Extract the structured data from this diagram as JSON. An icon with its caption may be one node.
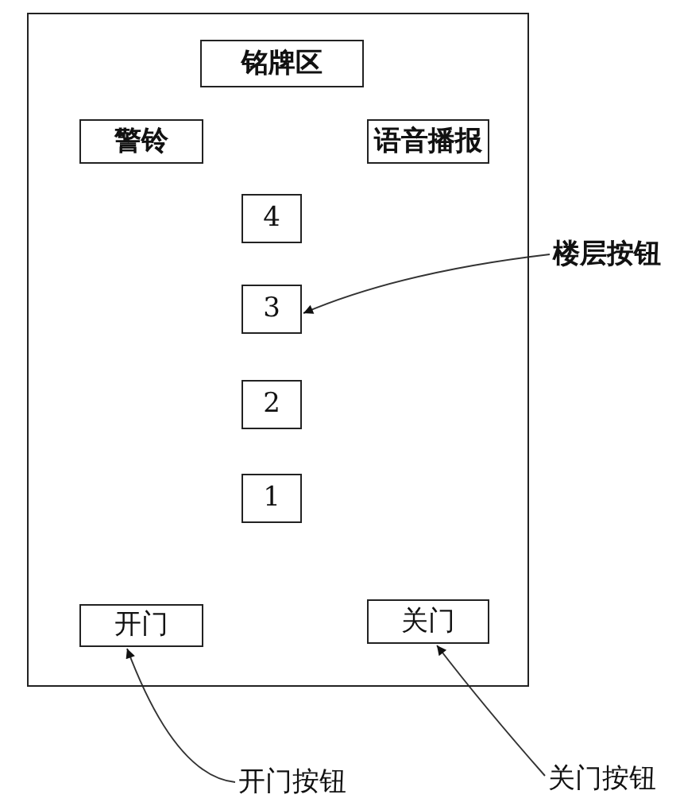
{
  "diagram": {
    "nodes": [
      {
        "text": [],
        "shape": "box"
      },
      {
        "text": [
          "铭牌区"
        ],
        "in": 0
      },
      {
        "text": [
          "警铃"
        ],
        "in": 0
      },
      {
        "text": [
          "语音播报"
        ],
        "in": 0
      },
      {
        "text": [
          "4"
        ],
        "in": 0
      },
      {
        "text": [
          "3"
        ],
        "in": 0
      },
      {
        "text": [
          "2"
        ],
        "in": 0
      },
      {
        "text": [
          "1"
        ],
        "in": 0
      },
      {
        "text": [
          "开门"
        ],
        "in": 0
      },
      {
        "text": [
          "关门"
        ],
        "in": 0
      },
      {
        "text": [
          "楼层按钮"
        ]
      },
      {
        "text": [
          "开门按钮"
        ]
      },
      {
        "text": [
          "关门按钮"
        ]
      }
    ],
    "edges": [
      {
        "from": 10,
        "to": 5,
        "arrow": "to"
      },
      {
        "from": 11,
        "to": 8,
        "arrow": "to"
      },
      {
        "from": 12,
        "to": 9,
        "arrow": "to"
      }
    ]
  }
}
